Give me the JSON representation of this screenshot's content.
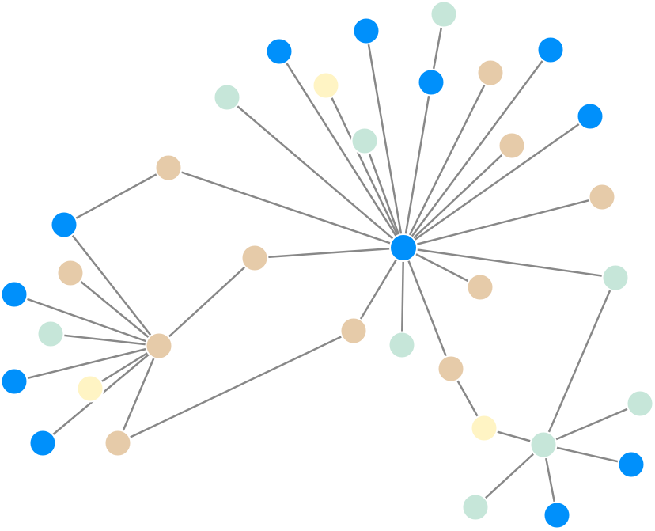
{
  "colors": {
    "blue": "#0090fb",
    "green": "#c6e6d9",
    "yellow": "#fff4c4",
    "tan": "#e6cba9",
    "edge": "#888888"
  },
  "nodes": [
    {
      "id": "hub",
      "group": "blue"
    },
    {
      "id": "n1",
      "group": "blue"
    },
    {
      "id": "n2",
      "group": "green"
    },
    {
      "id": "n3",
      "group": "blue"
    },
    {
      "id": "n4",
      "group": "yellow"
    },
    {
      "id": "n5",
      "group": "blue"
    },
    {
      "id": "n6",
      "group": "tan"
    },
    {
      "id": "n7",
      "group": "blue"
    },
    {
      "id": "n8",
      "group": "green"
    },
    {
      "id": "n9",
      "group": "green"
    },
    {
      "id": "n10",
      "group": "blue"
    },
    {
      "id": "n11",
      "group": "tan"
    },
    {
      "id": "n12",
      "group": "tan"
    },
    {
      "id": "n13",
      "group": "tan"
    },
    {
      "id": "n14",
      "group": "blue"
    },
    {
      "id": "n15",
      "group": "tan"
    },
    {
      "id": "n16",
      "group": "tan"
    },
    {
      "id": "n17",
      "group": "green"
    },
    {
      "id": "n18",
      "group": "tan"
    },
    {
      "id": "n19",
      "group": "blue"
    },
    {
      "id": "n20",
      "group": "green"
    },
    {
      "id": "n21",
      "group": "tan"
    },
    {
      "id": "n22",
      "group": "tan"
    },
    {
      "id": "n23",
      "group": "green"
    },
    {
      "id": "n24",
      "group": "blue"
    },
    {
      "id": "n25",
      "group": "yellow"
    },
    {
      "id": "n26",
      "group": "tan"
    },
    {
      "id": "n27",
      "group": "blue"
    },
    {
      "id": "n28",
      "group": "tan"
    },
    {
      "id": "n29",
      "group": "yellow"
    },
    {
      "id": "n30",
      "group": "green"
    },
    {
      "id": "n31",
      "group": "green"
    },
    {
      "id": "n32",
      "group": "blue"
    },
    {
      "id": "n33",
      "group": "green"
    },
    {
      "id": "n34",
      "group": "blue"
    }
  ],
  "edges": [
    [
      "hub",
      "n1"
    ],
    [
      "hub",
      "n3"
    ],
    [
      "hub",
      "n4"
    ],
    [
      "hub",
      "n5"
    ],
    [
      "hub",
      "n6"
    ],
    [
      "hub",
      "n7"
    ],
    [
      "hub",
      "n8"
    ],
    [
      "hub",
      "n9"
    ],
    [
      "hub",
      "n10"
    ],
    [
      "hub",
      "n11"
    ],
    [
      "hub",
      "n12"
    ],
    [
      "hub",
      "n13"
    ],
    [
      "hub",
      "n15"
    ],
    [
      "hub",
      "n16"
    ],
    [
      "hub",
      "n17"
    ],
    [
      "hub",
      "n22"
    ],
    [
      "hub",
      "n23"
    ],
    [
      "hub",
      "n26"
    ],
    [
      "n2",
      "n5"
    ],
    [
      "n12",
      "n14"
    ],
    [
      "n14",
      "n21"
    ],
    [
      "n15",
      "n21"
    ],
    [
      "n18",
      "n21"
    ],
    [
      "n19",
      "n21"
    ],
    [
      "n20",
      "n21"
    ],
    [
      "n24",
      "n21"
    ],
    [
      "n25",
      "n21"
    ],
    [
      "n27",
      "n21"
    ],
    [
      "n28",
      "n21"
    ],
    [
      "n22",
      "n28"
    ],
    [
      "n26",
      "n29"
    ],
    [
      "n29",
      "n30"
    ],
    [
      "n17",
      "n30"
    ],
    [
      "n30",
      "n31"
    ],
    [
      "n30",
      "n32"
    ],
    [
      "n30",
      "n33"
    ],
    [
      "n30",
      "n34"
    ]
  ]
}
